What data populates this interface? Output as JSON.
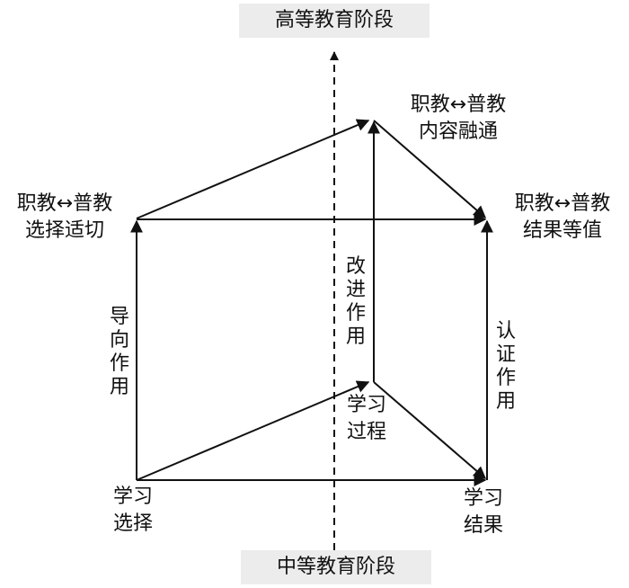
{
  "stages": {
    "top": "高等教育阶段",
    "bottom": "中等教育阶段"
  },
  "nodes": {
    "choice_top": [
      "职教↔普教",
      "选择适切"
    ],
    "content_top": [
      "职教↔普教",
      "内容融通"
    ],
    "result_top": [
      "职教↔普教",
      "结果等值"
    ],
    "choice_bottom": [
      "学习",
      "选择"
    ],
    "process_bottom": [
      "学习",
      "过程"
    ],
    "result_bottom": [
      "学习",
      "结果"
    ]
  },
  "edges": {
    "guide": "导向作用",
    "improve": "改进作用",
    "certify": "认证作用"
  },
  "colors": {
    "line": "#111111",
    "stage_bg": "#ececec"
  }
}
